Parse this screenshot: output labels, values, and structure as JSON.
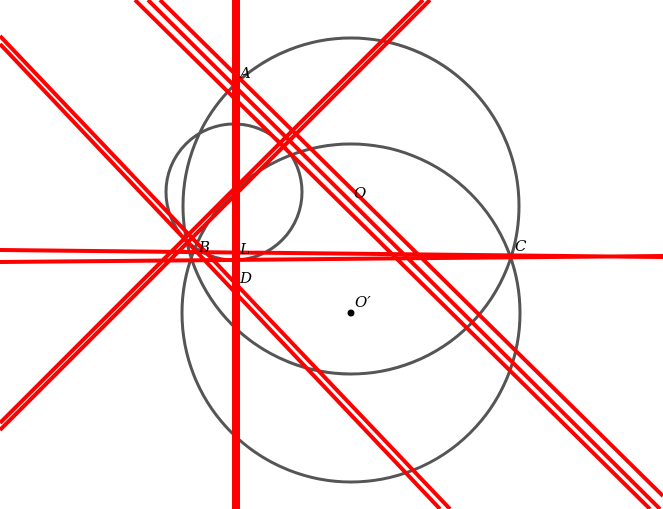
{
  "colors": {
    "circle_stroke": "#555555",
    "line_stroke": "#ff0000",
    "point_fill": "#000000",
    "label_fill": "#000000",
    "background": "#ffffff"
  },
  "labels": {
    "A": "A",
    "B": "B",
    "C": "C",
    "D": "D",
    "L": "L",
    "O": "O",
    "O_prime": "O′"
  }
}
